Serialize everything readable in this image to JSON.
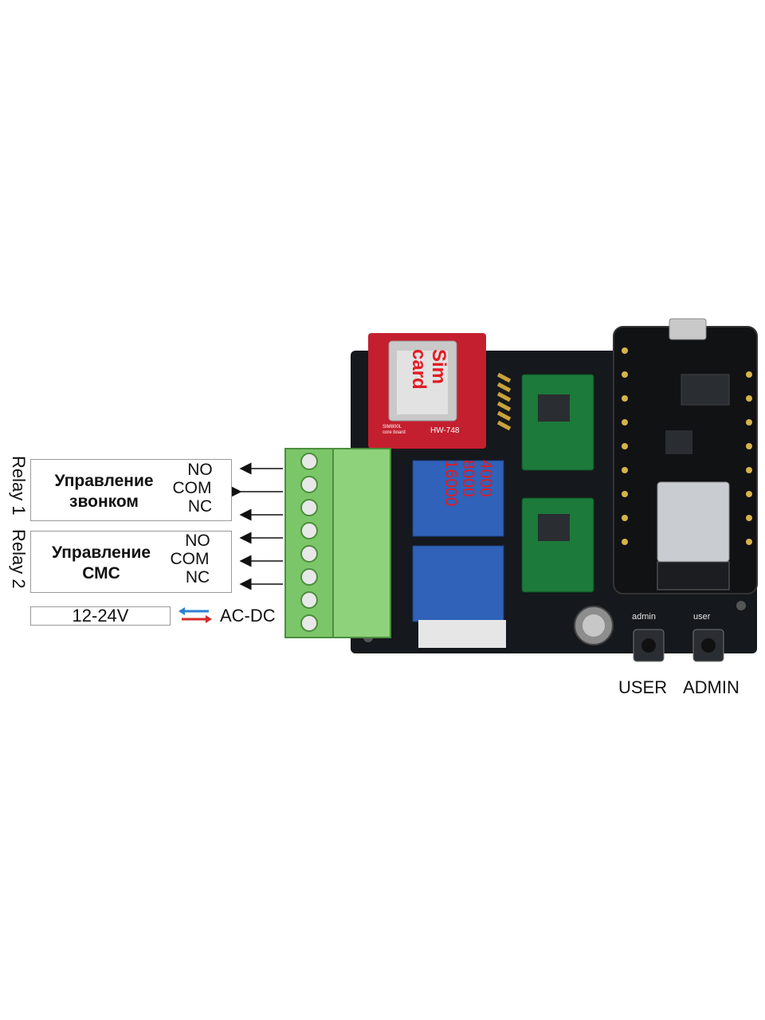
{
  "relay_side_labels": [
    "Relay 1",
    "Relay 2"
  ],
  "relay1": {
    "function": "Управление\nзвонком",
    "pins": [
      "NO",
      "COM",
      "NC"
    ]
  },
  "relay2": {
    "function": "Управление\nСМС",
    "pins": [
      "NO",
      "COM",
      "NC"
    ]
  },
  "power": {
    "voltage": "12-24V",
    "source": "AC-DC"
  },
  "sim_module": {
    "label": "Sim\ncard",
    "model": "HW-748",
    "sub": "SIM800L\ncore board"
  },
  "relay_block_text": [
    "4000",
    "8000",
    "16000"
  ],
  "buttons": {
    "silk": [
      "admin",
      "user"
    ],
    "captions": [
      "USER",
      "ADMIN"
    ]
  },
  "colors": {
    "pcb": "#15181c",
    "terminal": "#7cc66a",
    "relay": "#2f62b8",
    "sim_board": "#c41f2e",
    "module": "#1c7a3a",
    "arrow_blue": "#2d7fd4",
    "arrow_red": "#d42a2a"
  }
}
